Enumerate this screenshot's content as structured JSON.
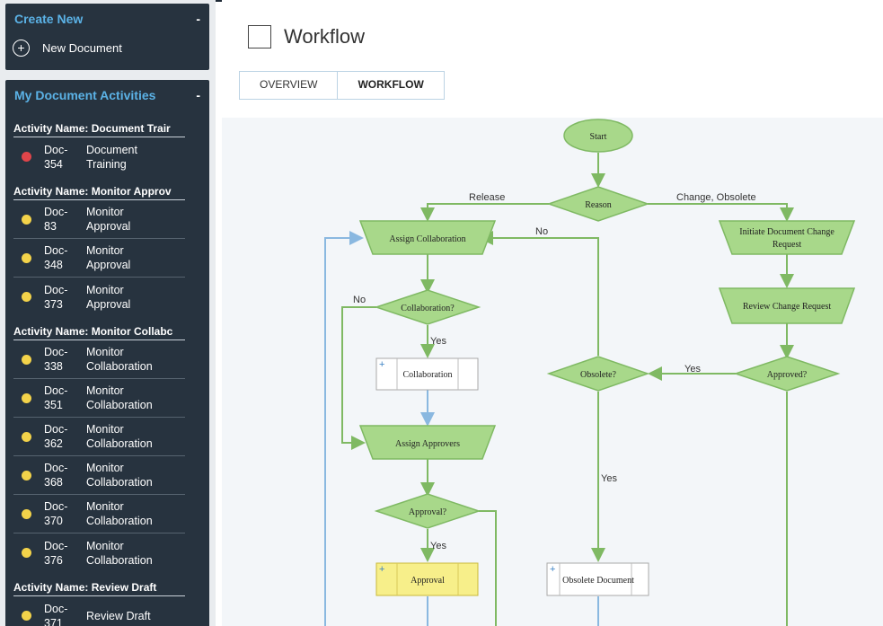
{
  "sidebar": {
    "create_new": {
      "title": "Create New",
      "collapse": "-",
      "new_document_label": "New Document"
    },
    "activities": {
      "title": "My Document Activities",
      "collapse": "-",
      "groups": [
        {
          "title": "Activity Name: Document Trair",
          "items": [
            {
              "doc": "Doc-\n354",
              "name": "Document\nTraining",
              "status": "red"
            }
          ]
        },
        {
          "title": "Activity Name: Monitor Approv",
          "items": [
            {
              "doc": "Doc-\n83",
              "name": "Monitor\nApproval",
              "status": "yellow"
            },
            {
              "doc": "Doc-\n348",
              "name": "Monitor\nApproval",
              "status": "yellow"
            },
            {
              "doc": "Doc-\n373",
              "name": "Monitor\nApproval",
              "status": "yellow"
            }
          ]
        },
        {
          "title": "Activity Name: Monitor Collabc",
          "items": [
            {
              "doc": "Doc-\n338",
              "name": "Monitor\nCollaboration",
              "status": "yellow"
            },
            {
              "doc": "Doc-\n351",
              "name": "Monitor\nCollaboration",
              "status": "yellow"
            },
            {
              "doc": "Doc-\n362",
              "name": "Monitor\nCollaboration",
              "status": "yellow"
            },
            {
              "doc": "Doc-\n368",
              "name": "Monitor\nCollaboration",
              "status": "yellow"
            },
            {
              "doc": "Doc-\n370",
              "name": "Monitor\nCollaboration",
              "status": "yellow"
            },
            {
              "doc": "Doc-\n376",
              "name": "Monitor\nCollaboration",
              "status": "yellow"
            }
          ]
        },
        {
          "title": "Activity Name: Review Draft",
          "items": [
            {
              "doc": "Doc-\n371",
              "name": "Review Draft",
              "status": "yellow"
            }
          ]
        }
      ]
    }
  },
  "main": {
    "title": "Workflow",
    "tabs": [
      {
        "label": "OVERVIEW",
        "active": false
      },
      {
        "label": "WORKFLOW",
        "active": true
      }
    ]
  },
  "flowchart": {
    "start": "Start",
    "reason": "Reason",
    "release": "Release",
    "change_obsolete": "Change, Obsolete",
    "assign_collaboration": "Assign Collaboration",
    "no_top": "No",
    "initiate_change_1": "Initiate Document Change",
    "initiate_change_2": "Request",
    "review_change": "Review Change Request",
    "collaboration_q": "Collaboration?",
    "no_left": "No",
    "yes_collab": "Yes",
    "collaboration": "Collaboration",
    "obsolete_q": "Obsolete?",
    "yes_approved": "Yes",
    "approved_q": "Approved?",
    "assign_approvers": "Assign Approvers",
    "yes_obsolete": "Yes",
    "approval_q": "Approval?",
    "yes_approval": "Yes",
    "approval": "Approval",
    "obsolete_document": "Obsolete Document"
  },
  "colors": {
    "sidebar_panel": "#27333f",
    "sidebar_heading": "#5bb2e6",
    "flow_green_fill": "#a8d88a",
    "flow_green_stroke": "#7fb963",
    "approval_yellow": "#f7ef8a",
    "connector_blue": "#8ab8e0"
  }
}
